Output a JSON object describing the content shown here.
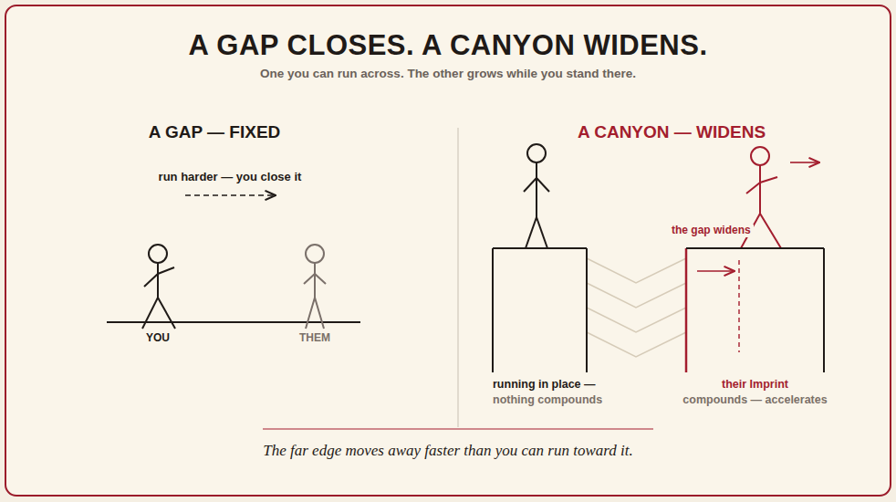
{
  "diagram": {
    "title": "A GAP CLOSES. A CANYON WIDENS.",
    "caption": "The far edge moves away faster than you can run toward it.",
    "nodes": [
      {
        "text": [
          "running in place —",
          "nothing compounds"
        ]
      },
      {
        "text": [
          "their Imprint",
          "compounds — accelerates"
        ]
      }
    ],
    "labels": [
      "One you can run across. The other grows while you stand there.",
      "A GAP — FIXED",
      "run harder — you close it",
      "YOU",
      "THEM",
      "A CANYON — WIDENS",
      "the gap widens"
    ]
  }
}
